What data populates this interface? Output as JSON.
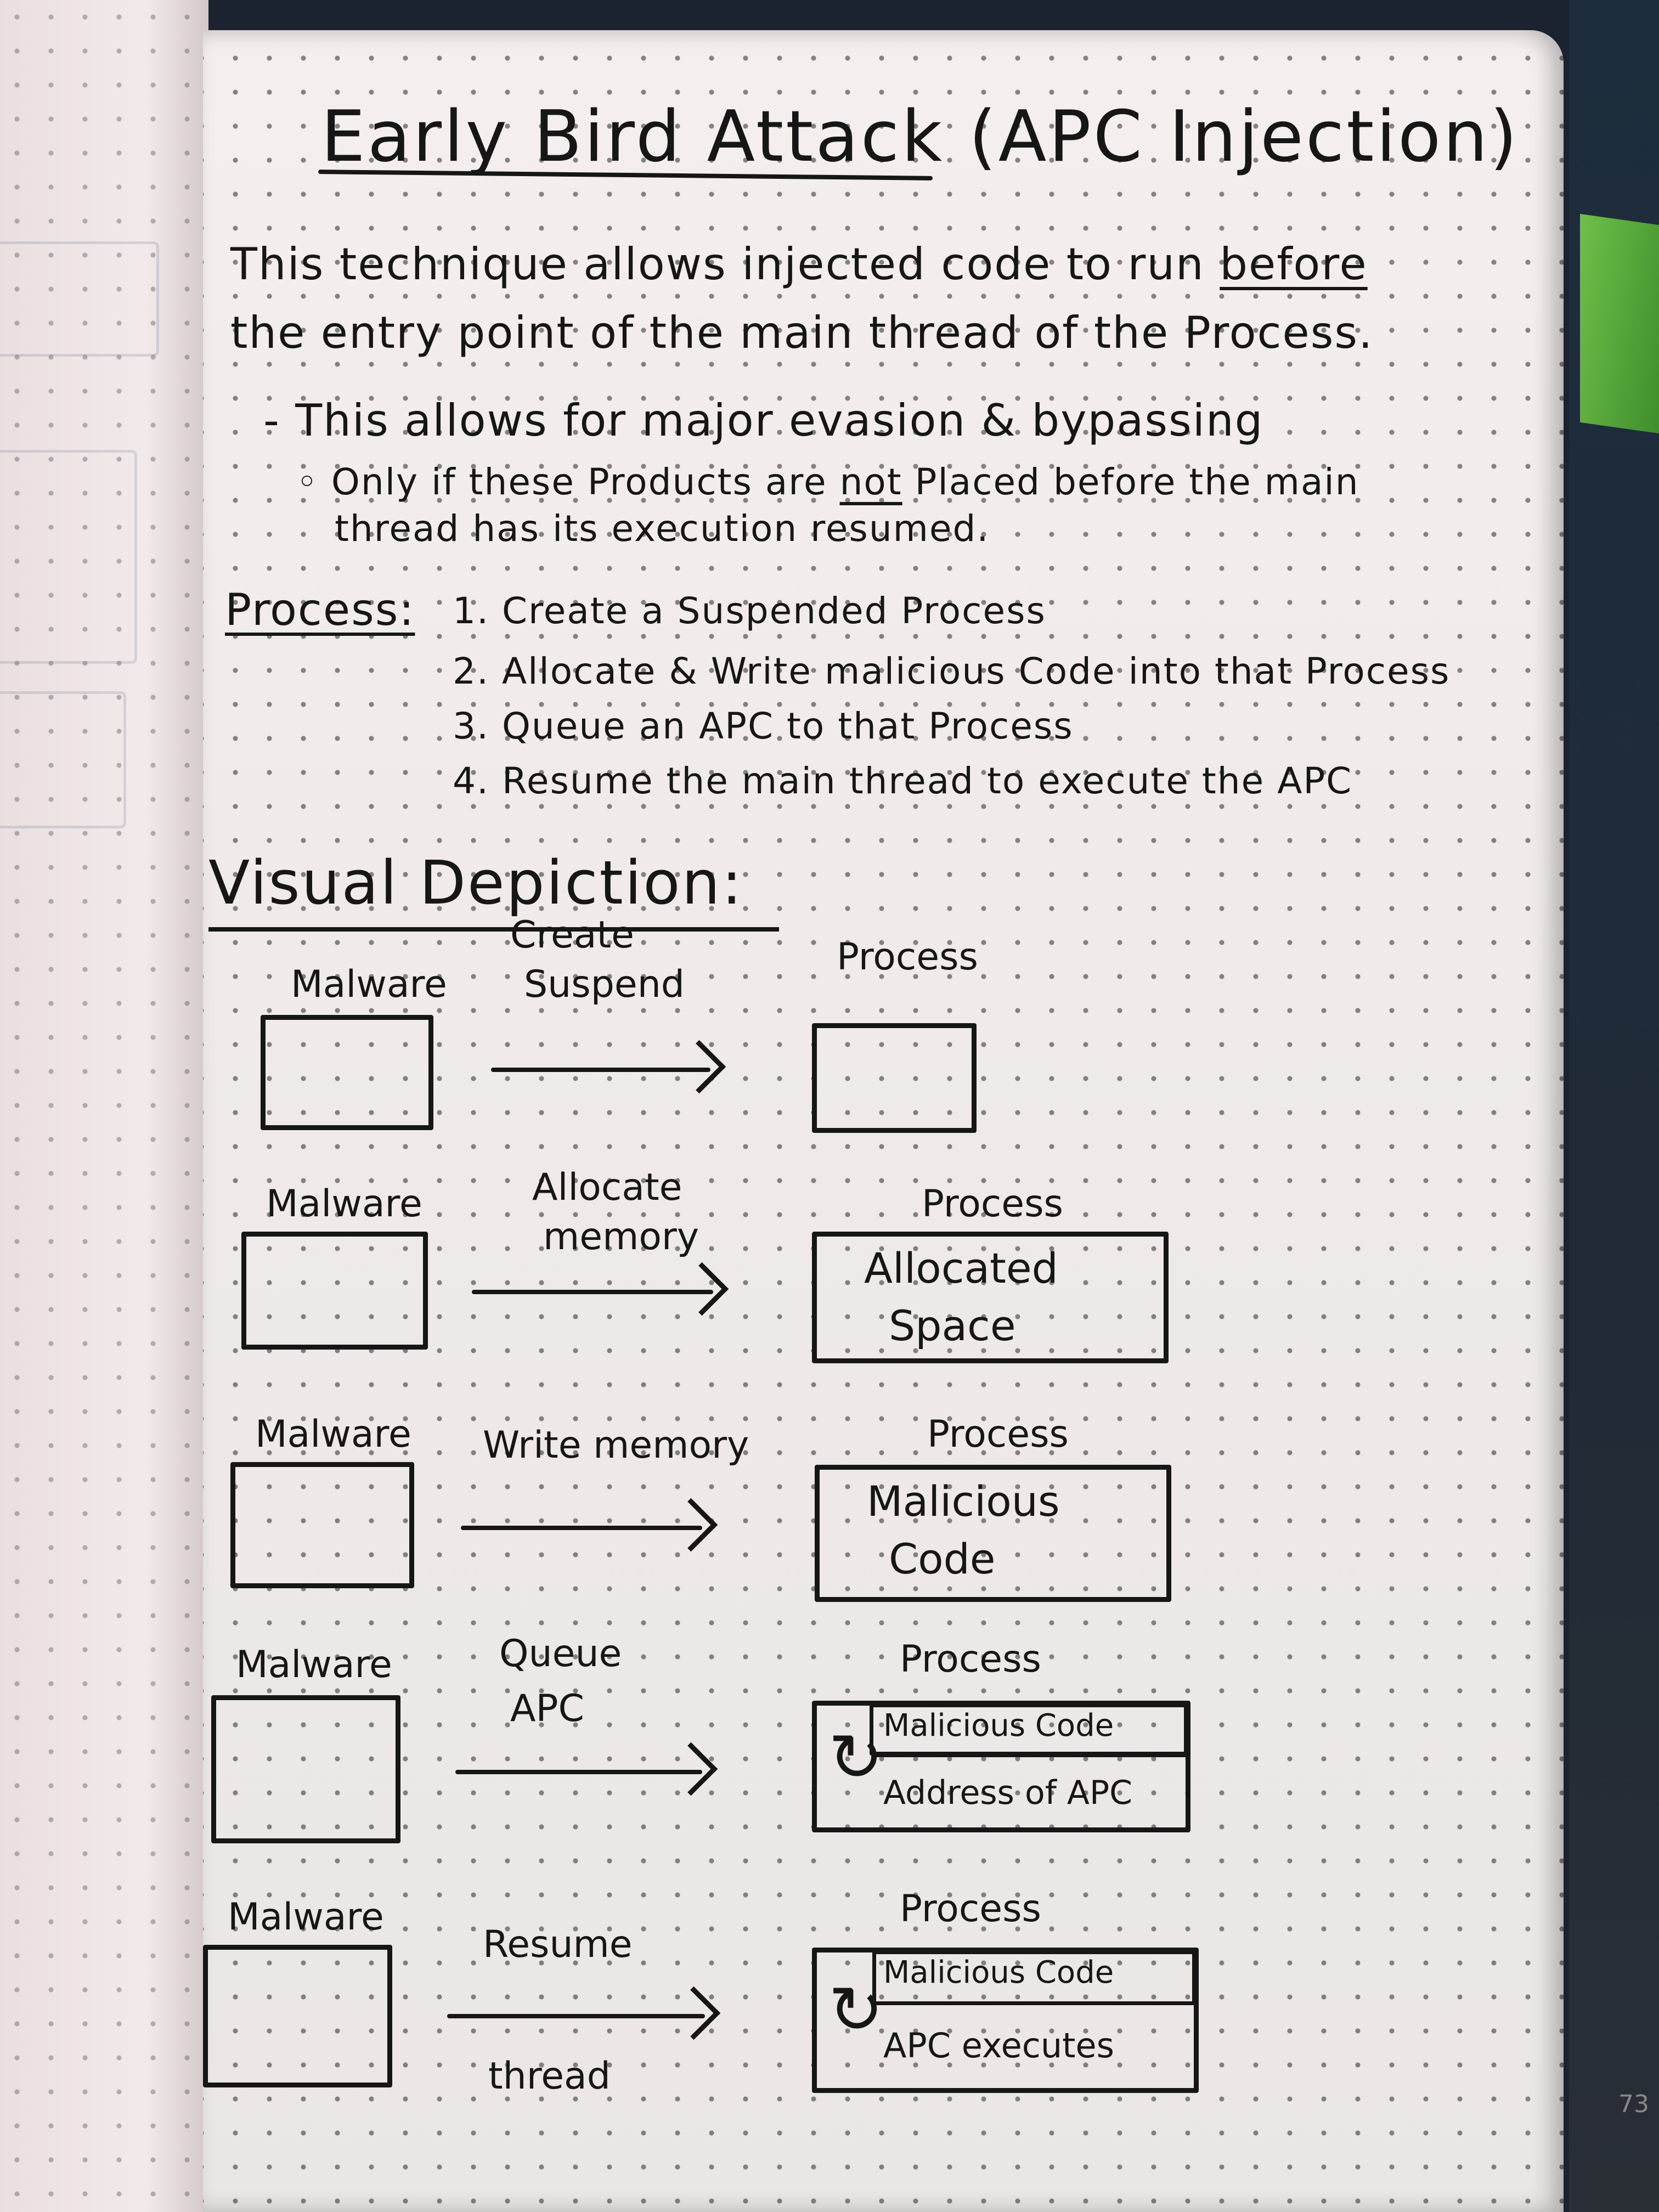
{
  "title": "Early Bird Attack (APC Injection)",
  "intro": {
    "line1_pre": "This technique allows injected code to run",
    "line1_emph": "before",
    "line2": "the entry point of the main thread of the Process.",
    "bullet1": "- This allows for major evasion & bypassing",
    "sub1": "◦ Only if these Products are",
    "sub1_emph": "not",
    "sub1_post": "Placed before the main",
    "sub2": "thread has its execution resumed."
  },
  "process": {
    "label": "Process:",
    "steps": [
      "1. Create a Suspended Process",
      "2. Allocate & Write malicious Code into that Process",
      "3. Queue an APC to that Process",
      "4. Resume the main thread to execute the APC"
    ]
  },
  "visual": {
    "heading": "Visual Depiction:",
    "rows": [
      {
        "malware": "Malware",
        "action_top": "Create",
        "action_bottom": "Suspend",
        "process": "Process",
        "inner": []
      },
      {
        "malware": "Malware",
        "action_top": "Allocate",
        "action_bottom": "memory",
        "process": "Process",
        "inner": [
          "Allocated",
          "Space"
        ]
      },
      {
        "malware": "Malware",
        "action_top": "Write memory",
        "action_bottom": "",
        "process": "Process",
        "inner": [
          "Malicious",
          "Code"
        ]
      },
      {
        "malware": "Malware",
        "action_top": "Queue",
        "action_bottom": "APC",
        "process": "Process",
        "inner": [
          "Malicious Code",
          "Address of APC"
        ]
      },
      {
        "malware": "Malware",
        "action_top": "Resume",
        "action_bottom": "thread",
        "process": "Process",
        "inner": [
          "Malicious Code",
          "APC executes"
        ]
      }
    ]
  },
  "page_number": "73"
}
